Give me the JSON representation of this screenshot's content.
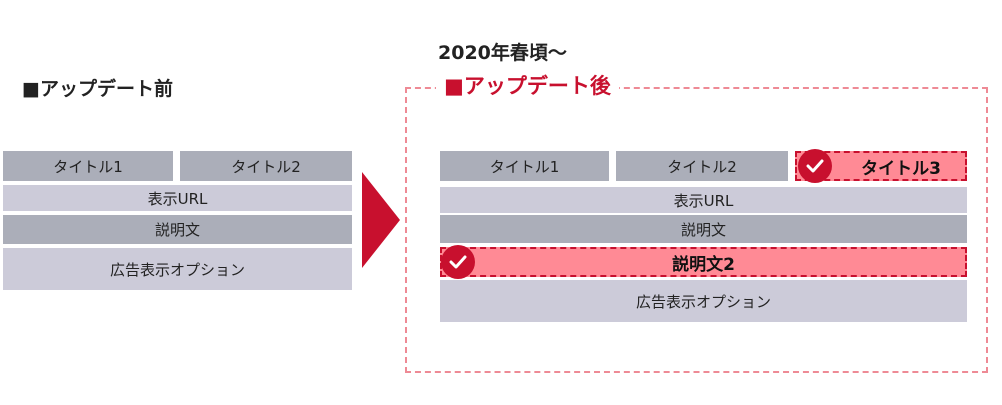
{
  "before": {
    "heading": "■アップデート前",
    "cells": {
      "title1": "タイトル1",
      "title2": "タイトル2",
      "url": "表示URL",
      "desc": "説明文",
      "options": "広告表示オプション"
    }
  },
  "after": {
    "period": "2020年春頃〜",
    "heading": "■アップデート後",
    "cells": {
      "title1": "タイトル1",
      "title2": "タイトル2",
      "title3": "タイトル3",
      "url": "表示URL",
      "desc": "説明文",
      "desc2": "説明文2",
      "options": "広告表示オプション"
    }
  },
  "colors": {
    "accent": "#c8102e",
    "highlight": "#ff8a95",
    "frame": "#ee8a95",
    "cell_dark": "#abaeb9",
    "cell_light": "#cccbd9"
  },
  "icons": {
    "arrow": "right-triangle-arrow-icon",
    "check": "checkmark-circle-icon"
  }
}
